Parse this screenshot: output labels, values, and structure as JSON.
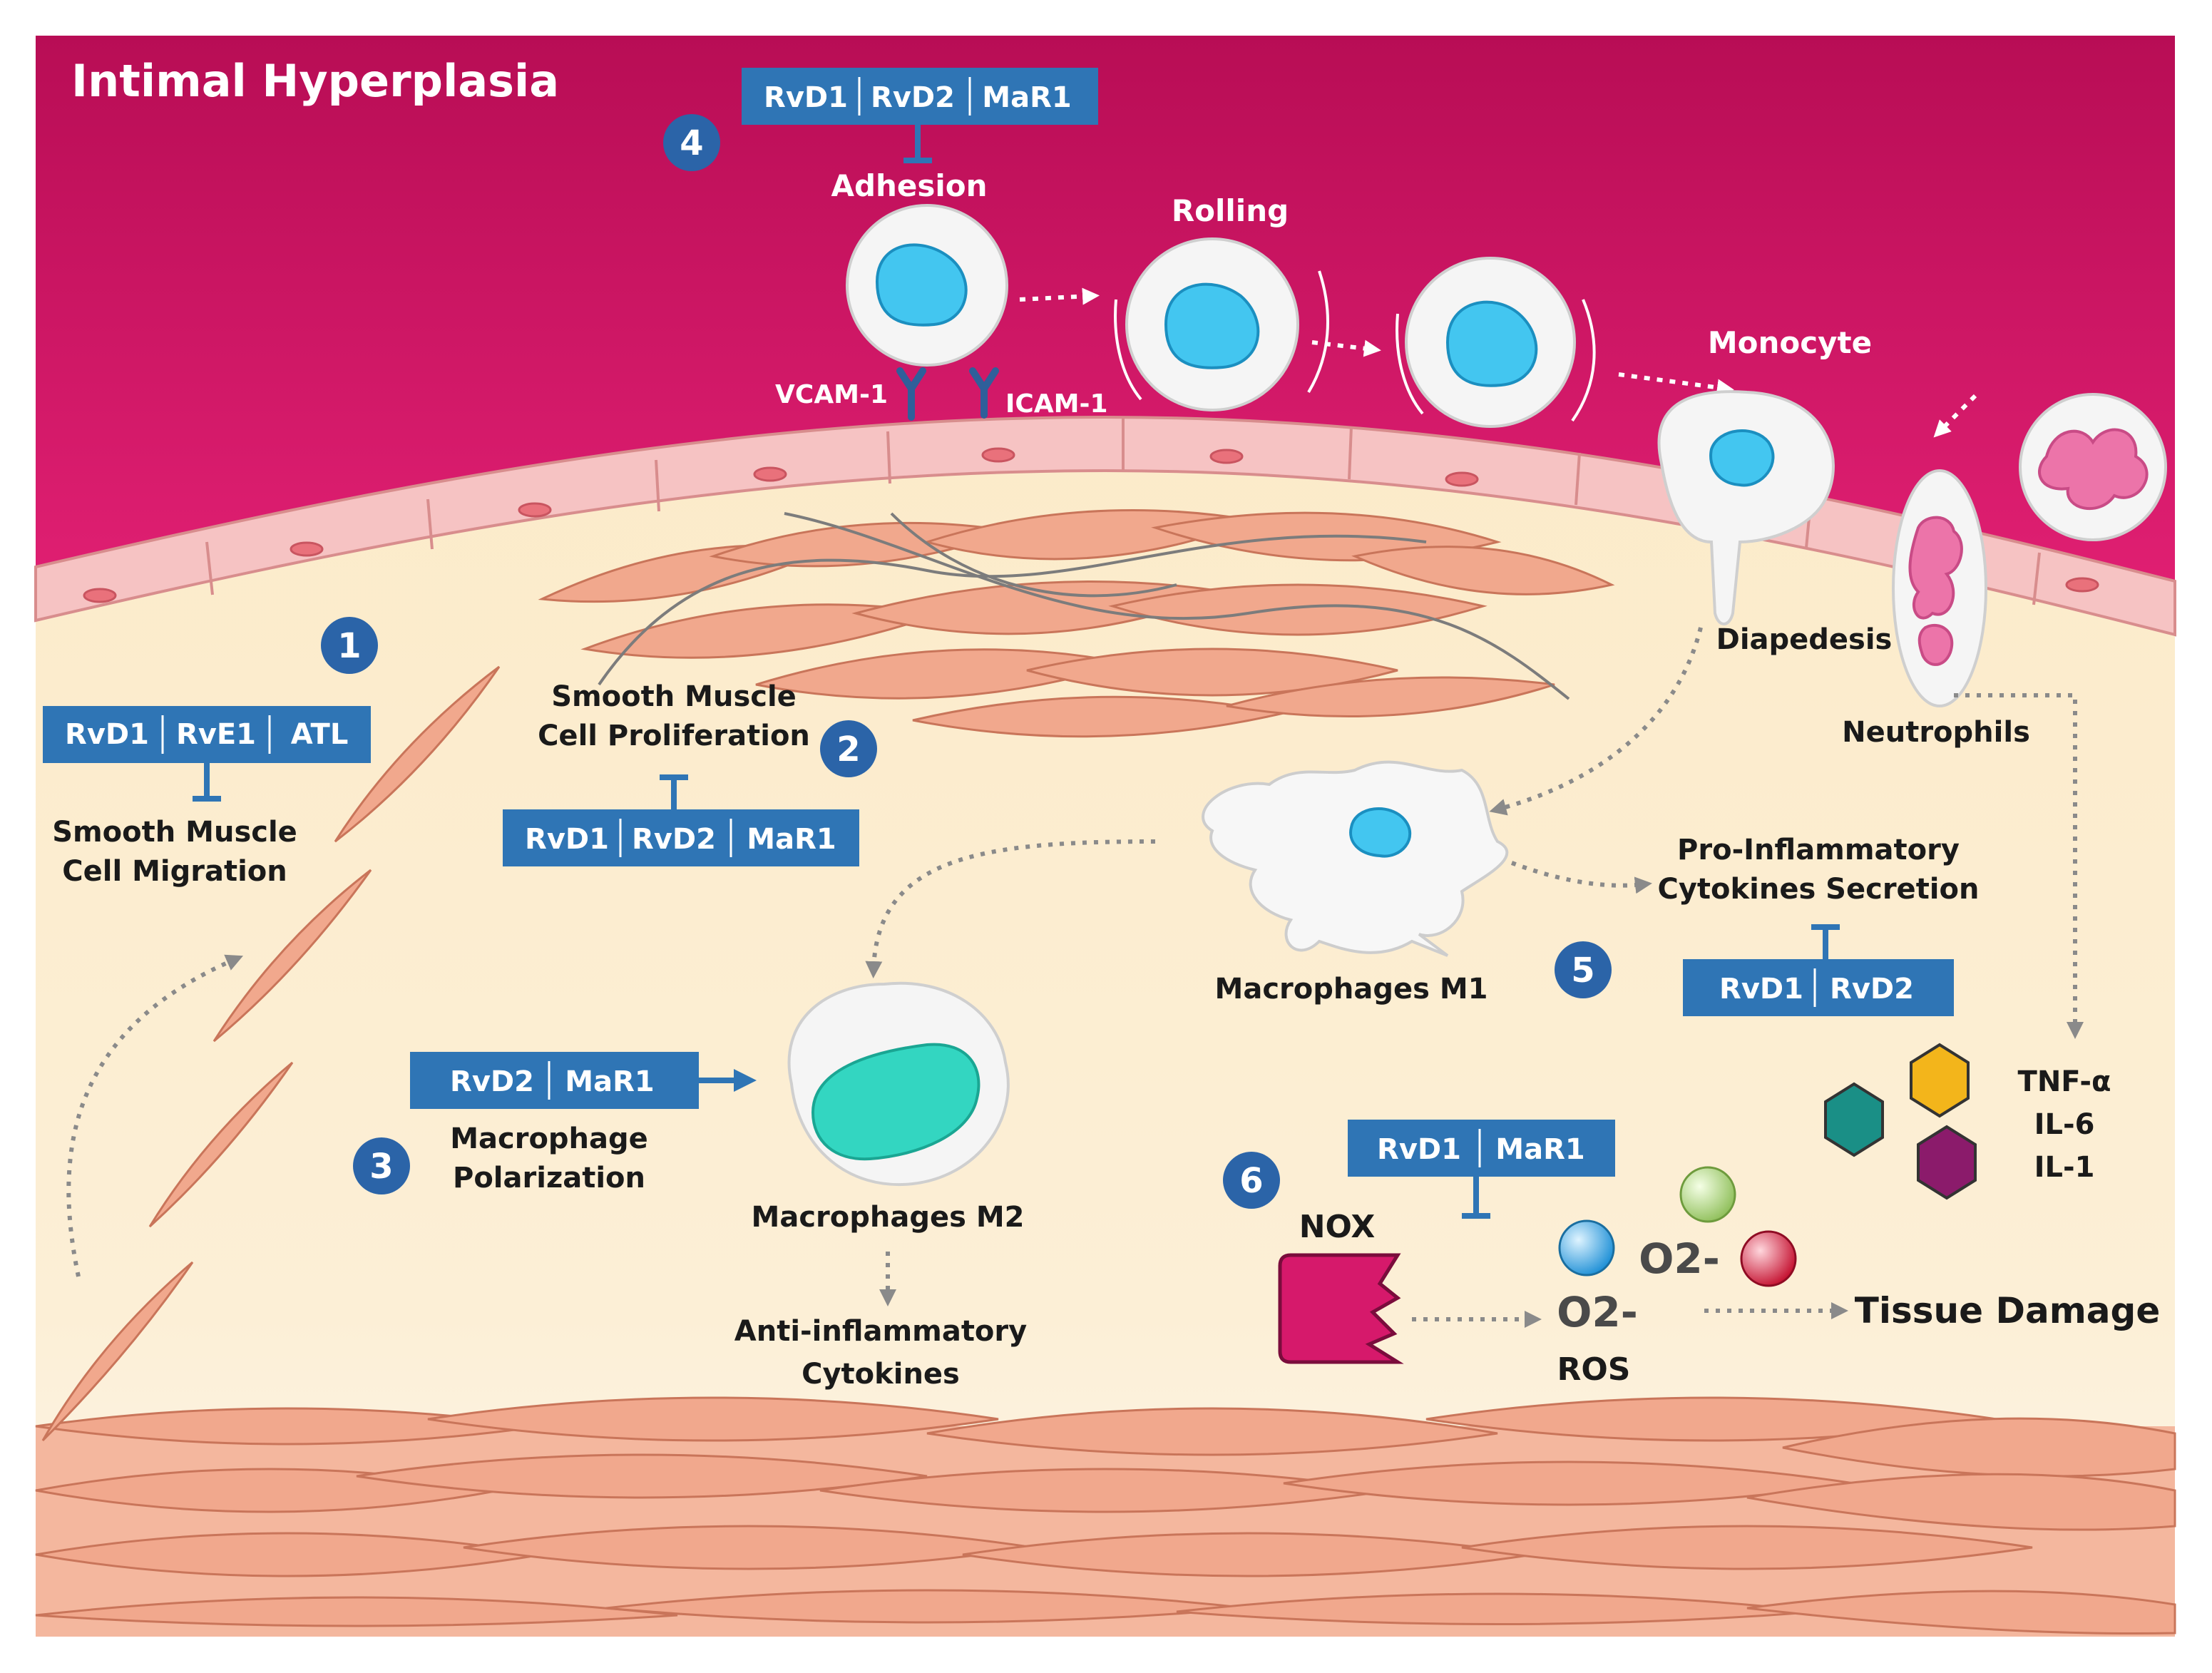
{
  "title": "Intimal Hyperplasia",
  "colors": {
    "lumen": "#c8135f",
    "intima": "#fbeccb",
    "box": "#2f75b5",
    "badge": "#2b64a8",
    "cell_pink": "#f4c9c9",
    "smc": "#f0a88c",
    "nox": "#d6196b"
  },
  "steps": [
    "1",
    "2",
    "3",
    "4",
    "5",
    "6"
  ],
  "boxes": {
    "b1": [
      "RvD1",
      "RvE1",
      "ATL"
    ],
    "b2": [
      "RvD1",
      "RvD2",
      "MaR1"
    ],
    "b3": [
      "RvD2",
      "MaR1"
    ],
    "b4": [
      "RvD1",
      "RvD2",
      "MaR1"
    ],
    "b5": [
      "RvD1",
      "RvD2"
    ],
    "b6": [
      "RvD1",
      "MaR1"
    ]
  },
  "labels": {
    "adhesion": "Adhesion",
    "rolling": "Rolling",
    "monocyte": "Monocyte",
    "vcam": "VCAM-1",
    "icam": "ICAM-1",
    "diapedesis": "Diapedesis",
    "neutrophils": "Neutrophils",
    "smc_prolif_1": "Smooth Muscle",
    "smc_prolif_2": "Cell Proliferation",
    "smc_mig_1": "Smooth Muscle",
    "smc_mig_2": "Cell Migration",
    "m1": "Macrophages M1",
    "m2": "Macrophages M2",
    "pro_inf_1": "Pro-Inflammatory",
    "pro_inf_2": "Cytokines Secretion",
    "polar_1": "Macrophage",
    "polar_2": "Polarization",
    "anti_inf_1": "Anti-inflammatory",
    "anti_inf_2": "Cytokines",
    "tnf": "TNF-α",
    "il6": "IL-6",
    "il1": "IL-1",
    "nox": "NOX",
    "o2a": "O2-",
    "o2b": "O2-",
    "ros": "ROS",
    "tissue": "Tissue Damage"
  }
}
